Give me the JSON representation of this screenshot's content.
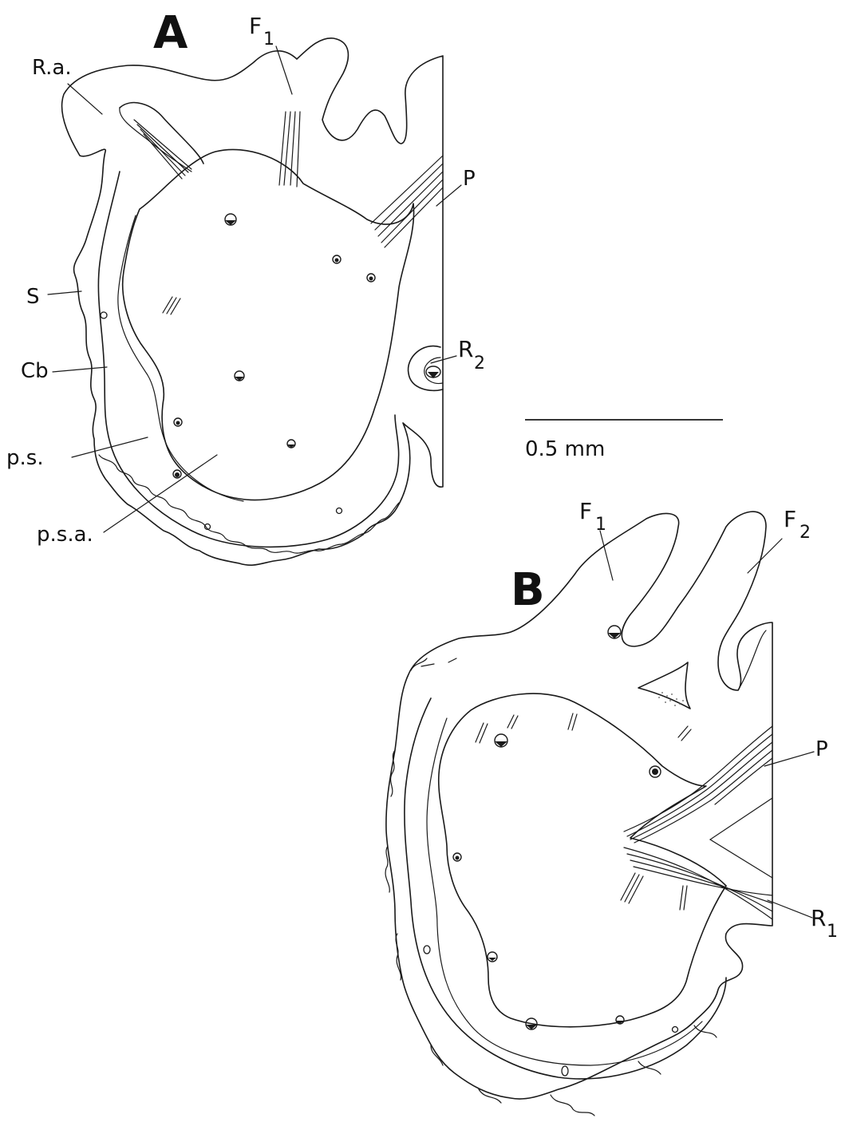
{
  "panels": [
    {
      "letter": "A"
    },
    {
      "letter": "B"
    }
  ],
  "labels_a": {
    "ra": "R.a.",
    "f1_base": "F",
    "f1_sub": "1",
    "p": "P",
    "s": "S",
    "cb": "Cb",
    "r2_base": "R",
    "r2_sub": "2",
    "ps": "p.s.",
    "psa": "p.s.a."
  },
  "labels_b": {
    "f1_base": "F",
    "f1_sub": "1",
    "f2_base": "F",
    "f2_sub": "2",
    "p": "P",
    "r1_base": "R",
    "r1_sub": "1"
  },
  "scale_bar": {
    "label": "0.5 mm"
  },
  "colors": {
    "ink": "#1a1a1a",
    "background": "#ffffff"
  }
}
